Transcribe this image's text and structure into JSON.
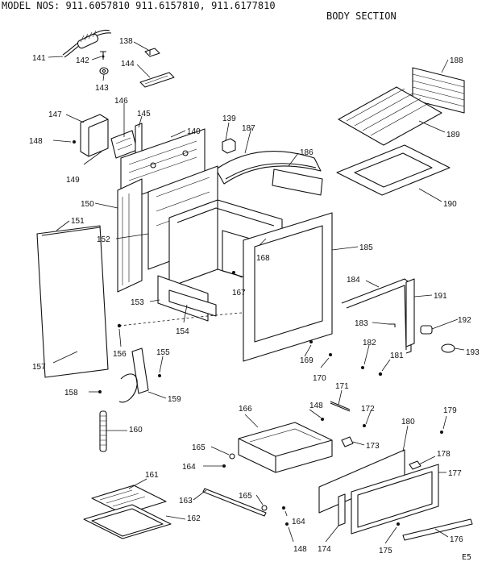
{
  "header": {
    "model_nos": "MODEL NOS:  911.6057810 911.6157810, 911.6177810",
    "section": "BODY SECTION"
  },
  "footer": {
    "code": "E5"
  },
  "callouts": [
    {
      "id": "c141",
      "text": "141"
    },
    {
      "id": "c142",
      "text": "142"
    },
    {
      "id": "c143",
      "text": "143"
    },
    {
      "id": "c138",
      "text": "138"
    },
    {
      "id": "c144",
      "text": "144"
    },
    {
      "id": "c147",
      "text": "147"
    },
    {
      "id": "c146",
      "text": "146"
    },
    {
      "id": "c145",
      "text": "145"
    },
    {
      "id": "c140",
      "text": "140"
    },
    {
      "id": "c139",
      "text": "139"
    },
    {
      "id": "c148a",
      "text": "148"
    },
    {
      "id": "c149",
      "text": "149"
    },
    {
      "id": "c187",
      "text": "187"
    },
    {
      "id": "c186",
      "text": "186"
    },
    {
      "id": "c188",
      "text": "188"
    },
    {
      "id": "c189",
      "text": "189"
    },
    {
      "id": "c190",
      "text": "190"
    },
    {
      "id": "c150",
      "text": "150"
    },
    {
      "id": "c151",
      "text": "151"
    },
    {
      "id": "c152",
      "text": "152"
    },
    {
      "id": "c168",
      "text": "168"
    },
    {
      "id": "c185",
      "text": "185"
    },
    {
      "id": "c167",
      "text": "167"
    },
    {
      "id": "c184",
      "text": "184"
    },
    {
      "id": "c191",
      "text": "191"
    },
    {
      "id": "c153",
      "text": "153"
    },
    {
      "id": "c154",
      "text": "154"
    },
    {
      "id": "c183",
      "text": "183"
    },
    {
      "id": "c192",
      "text": "192"
    },
    {
      "id": "c193",
      "text": "193"
    },
    {
      "id": "c156",
      "text": "156"
    },
    {
      "id": "c155",
      "text": "155"
    },
    {
      "id": "c169",
      "text": "169"
    },
    {
      "id": "c182",
      "text": "182"
    },
    {
      "id": "c181",
      "text": "181"
    },
    {
      "id": "c157",
      "text": "157"
    },
    {
      "id": "c170",
      "text": "170"
    },
    {
      "id": "c171",
      "text": "171"
    },
    {
      "id": "c158",
      "text": "158"
    },
    {
      "id": "c159",
      "text": "159"
    },
    {
      "id": "c166",
      "text": "166"
    },
    {
      "id": "c148b",
      "text": "148"
    },
    {
      "id": "c172",
      "text": "172"
    },
    {
      "id": "c179",
      "text": "179"
    },
    {
      "id": "c180",
      "text": "180"
    },
    {
      "id": "c160",
      "text": "160"
    },
    {
      "id": "c173",
      "text": "173"
    },
    {
      "id": "c165a",
      "text": "165"
    },
    {
      "id": "c178",
      "text": "178"
    },
    {
      "id": "c164a",
      "text": "164"
    },
    {
      "id": "c177",
      "text": "177"
    },
    {
      "id": "c161",
      "text": "161"
    },
    {
      "id": "c165b",
      "text": "165"
    },
    {
      "id": "c163",
      "text": "163"
    },
    {
      "id": "c162",
      "text": "162"
    },
    {
      "id": "c164b",
      "text": "164"
    },
    {
      "id": "c176",
      "text": "176"
    },
    {
      "id": "c148c",
      "text": "148"
    },
    {
      "id": "c174",
      "text": "174"
    },
    {
      "id": "c175",
      "text": "175"
    }
  ]
}
